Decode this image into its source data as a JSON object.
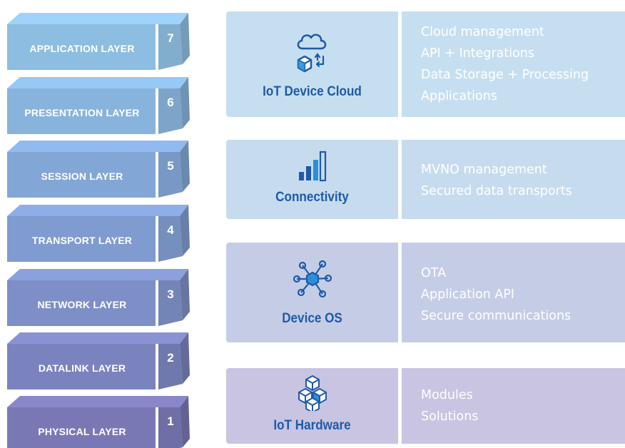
{
  "osi_layers": [
    {
      "label": "APPLICATION LAYER",
      "number": "7",
      "color": "#8dbde0"
    },
    {
      "label": "PRESENTATION LAYER",
      "number": "6",
      "color": "#88b3dc"
    },
    {
      "label": "SESSION LAYER",
      "number": "5",
      "color": "#82a6d6"
    },
    {
      "label": "TRANSPORT LAYER",
      "number": "4",
      "color": "#7f9bcf"
    },
    {
      "label": "NETWORK LAYER",
      "number": "3",
      "color": "#7d8fc6"
    },
    {
      "label": "DATALINK LAYER",
      "number": "2",
      "color": "#7a83bd"
    },
    {
      "label": "PHYSICAL LAYER",
      "number": "1",
      "color": "#7a78b4"
    }
  ],
  "panels": [
    {
      "title": "IoT Device Cloud",
      "icon": "cloud-device-icon",
      "color": "#c6dff0",
      "items": [
        "Cloud management",
        "API + Integrations",
        "Data Storage + Processing",
        "Applications"
      ]
    },
    {
      "title": "Connectivity",
      "icon": "signal-bars-icon",
      "color": "#c6dcee",
      "items": [
        "MVNO management",
        "Secured data transports"
      ]
    },
    {
      "title": "Device OS",
      "icon": "network-nodes-icon",
      "color": "#c5cde6",
      "items": [
        "OTA",
        "Application API",
        "Secure communications"
      ]
    },
    {
      "title": "IoT Hardware",
      "icon": "cubes-icon",
      "color": "#c8c4e2",
      "items": [
        "Modules",
        "Solutions"
      ]
    }
  ]
}
